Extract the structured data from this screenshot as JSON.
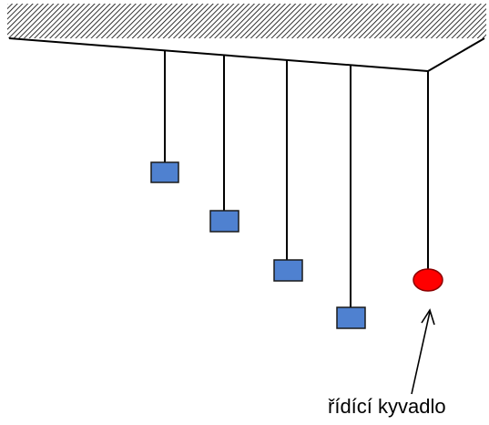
{
  "diagram": {
    "label": "řídící kyvadlo",
    "colors": {
      "ceiling_hatch": "#000000",
      "line": "#000000",
      "pendulum_block": "#4f81d0",
      "block_outline": "#1a1a1a",
      "driving_pendulum": "#ff0000",
      "driving_outline": "#8b0000"
    },
    "pendulum_count": 4,
    "driving_pendulum_shape": "circle"
  }
}
